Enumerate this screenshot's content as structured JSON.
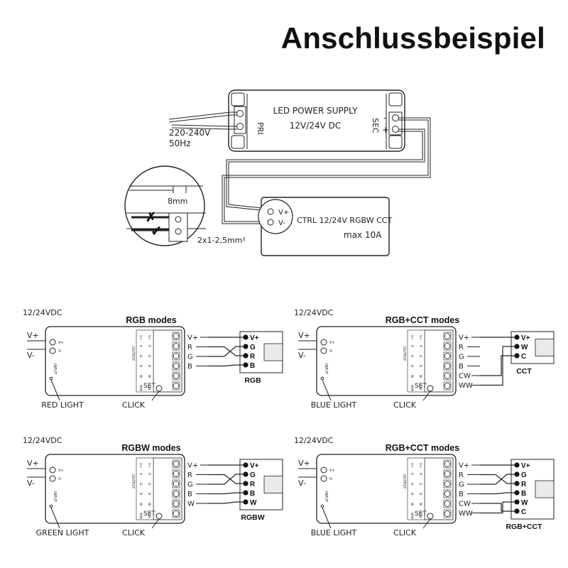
{
  "title": "Anschlussbeispiel",
  "power_supply": {
    "line1": "LED POWER SUPPLY",
    "line2": "12V/24V DC",
    "pri": "PRI",
    "sec": "SEC",
    "input": "220-240V",
    "freq": "50Hz",
    "minus": "-",
    "plus": "+"
  },
  "detail": {
    "strip_length": "8mm",
    "cross_section": "2x1-2,5mm²"
  },
  "controller": {
    "line1": "CTRL 12/24V RGBW CCT",
    "line2": "max 10A",
    "vplus": "V+",
    "vminus": "V-"
  },
  "panels": [
    {
      "supply": "12/24VDC",
      "mode": "RGB modes",
      "in_plus": "V+",
      "in_minus": "V-",
      "outputs": [
        "V+",
        "R",
        "G",
        "B"
      ],
      "strip_label": "RGB",
      "strip_pins": [
        "V+",
        "G",
        "R",
        "B"
      ],
      "light": "RED LIGHT",
      "click": "CLICK",
      "set": "SET"
    },
    {
      "supply": "12/24VDC",
      "mode": "RGB+CCT modes",
      "in_plus": "V+",
      "in_minus": "V-",
      "outputs": [
        "V+",
        "R",
        "G",
        "B",
        "CW",
        "WW"
      ],
      "strip_label": "CCT",
      "strip_pins": [
        "V+",
        "W",
        "C"
      ],
      "light": "BLUE LIGHT",
      "click": "CLICK",
      "set": "SET"
    },
    {
      "supply": "12/24VDC",
      "mode": "RGBW modes",
      "in_plus": "V+",
      "in_minus": "V-",
      "outputs": [
        "V+",
        "R",
        "G",
        "B",
        "W"
      ],
      "strip_label": "RGBW",
      "strip_pins": [
        "V+",
        "G",
        "R",
        "B",
        "W"
      ],
      "light": "GREEN LIGHT",
      "click": "CLICK",
      "set": "SET"
    },
    {
      "supply": "12/24VDC",
      "mode": "RGB+CCT modes",
      "in_plus": "V+",
      "in_minus": "V-",
      "outputs": [
        "V+",
        "R",
        "G",
        "B",
        "CW",
        "WW"
      ],
      "strip_label": "RGB+CCT",
      "strip_pins": [
        "V+",
        "G",
        "R",
        "B",
        "W",
        "C"
      ],
      "light": "BLUE LIGHT",
      "click": "CLICK",
      "set": "SET"
    }
  ],
  "ctrl_small": {
    "col1": [
      "V+",
      "R",
      "G",
      "B",
      "W",
      "WW"
    ],
    "col2": [
      "V+",
      "R",
      "G",
      "B",
      "W",
      "CW"
    ],
    "output": "OUTPUT",
    "input": "INPUT",
    "vplus": "V+",
    "vminus": "V-"
  }
}
